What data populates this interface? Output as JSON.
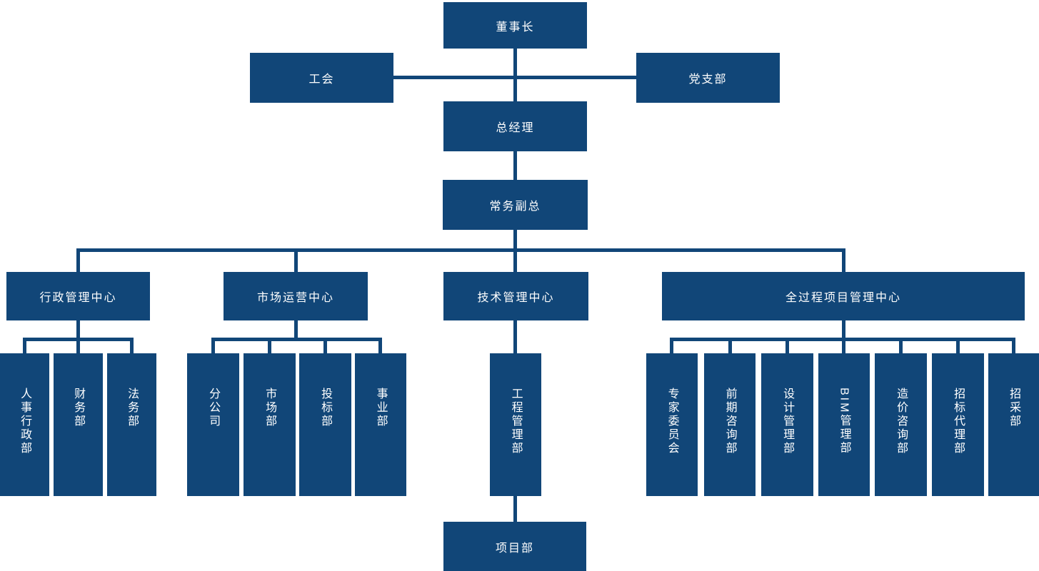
{
  "colors": {
    "box_fill": "#114678",
    "connector_line": "#114678",
    "text": "#ffffff",
    "background": "#ffffff"
  },
  "nodes": {
    "chairman": {
      "label": "董事长"
    },
    "labor_union": {
      "label": "工会"
    },
    "party_branch": {
      "label": "党支部"
    },
    "general_manager": {
      "label": "总经理"
    },
    "executive_deputy_gm": {
      "label": "常务副总"
    },
    "admin_mgmt_center": {
      "label": "行政管理中心"
    },
    "market_operations_center": {
      "label": "市场运营中心"
    },
    "tech_mgmt_center": {
      "label": "技术管理中心"
    },
    "whole_process_project_mgmt_center": {
      "label": "全过程项目管理中心"
    },
    "hr_admin_dept": {
      "label": "人事行政部"
    },
    "finance_dept": {
      "label": "财务部"
    },
    "legal_dept": {
      "label": "法务部"
    },
    "branch_company": {
      "label": "分公司"
    },
    "marketing_dept": {
      "label": "市场部"
    },
    "bid_dept": {
      "label": "投标部"
    },
    "business_dept": {
      "label": "事业部"
    },
    "engineering_mgmt_dept": {
      "label": "工程管理部"
    },
    "expert_committee": {
      "label": "专家委员会"
    },
    "preliminary_consulting_dept": {
      "label": "前期咨询部"
    },
    "design_mgmt_dept": {
      "label": "设计管理部"
    },
    "bim_mgmt_dept": {
      "label": "BIM管理部"
    },
    "cost_consulting_dept": {
      "label": "造价咨询部"
    },
    "bid_agency_dept": {
      "label": "招标代理部"
    },
    "procurement_dept": {
      "label": "招采部"
    },
    "project_dept": {
      "label": "项目部"
    }
  },
  "hierarchy": {
    "chairman": [
      "labor_union",
      "party_branch",
      "general_manager"
    ],
    "general_manager": [
      "executive_deputy_gm"
    ],
    "executive_deputy_gm": [
      "admin_mgmt_center",
      "market_operations_center",
      "tech_mgmt_center",
      "whole_process_project_mgmt_center"
    ],
    "admin_mgmt_center": [
      "hr_admin_dept",
      "finance_dept",
      "legal_dept"
    ],
    "market_operations_center": [
      "branch_company",
      "marketing_dept",
      "bid_dept",
      "business_dept"
    ],
    "tech_mgmt_center": [
      "engineering_mgmt_dept"
    ],
    "engineering_mgmt_dept": [
      "project_dept"
    ],
    "whole_process_project_mgmt_center": [
      "expert_committee",
      "preliminary_consulting_dept",
      "design_mgmt_dept",
      "bim_mgmt_dept",
      "cost_consulting_dept",
      "bid_agency_dept",
      "procurement_dept"
    ]
  }
}
